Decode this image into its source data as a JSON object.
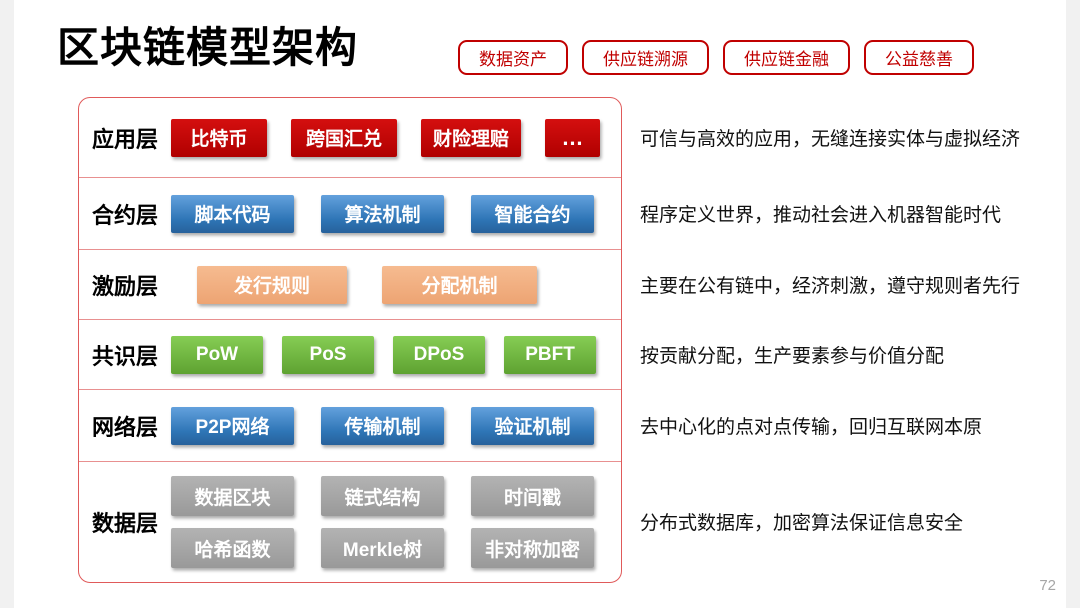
{
  "page": {
    "title": "区块链模型架构",
    "page_number": "72"
  },
  "top_tags": [
    {
      "label": "数据资产"
    },
    {
      "label": "供应链溯源"
    },
    {
      "label": "供应链金融"
    },
    {
      "label": "公益慈善"
    }
  ],
  "colors": {
    "app_red": "#c00000",
    "contract_blue": "#2e75b6",
    "incentive_orange": "#f4b183",
    "consensus_green": "#6cb33f",
    "data_gray": "#a6a6a6",
    "border_red": "#e05a5a"
  },
  "layers": [
    {
      "name": "应用层",
      "color": "red",
      "desc": "可信与高效的应用，无缝连接实体与虚拟经济",
      "items": [
        "比特币",
        "跨国汇兑",
        "财险理赔",
        "…"
      ]
    },
    {
      "name": "合约层",
      "color": "blue",
      "desc": "程序定义世界，推动社会进入机器智能时代",
      "items": [
        "脚本代码",
        "算法机制",
        "智能合约"
      ]
    },
    {
      "name": "激励层",
      "color": "orange",
      "desc": "主要在公有链中，经济刺激，遵守规则者先行",
      "items": [
        "发行规则",
        "分配机制"
      ]
    },
    {
      "name": "共识层",
      "color": "green",
      "desc": "按贡献分配，生产要素参与价值分配",
      "items": [
        "PoW",
        "PoS",
        "DPoS",
        "PBFT"
      ]
    },
    {
      "name": "网络层",
      "color": "blue",
      "desc": "去中心化的点对点传输，回归互联网本原",
      "items": [
        "P2P网络",
        "传输机制",
        "验证机制"
      ]
    },
    {
      "name": "数据层",
      "color": "gray",
      "desc": "分布式数据库，加密算法保证信息安全",
      "items": [
        "数据区块",
        "链式结构",
        "时间戳",
        "哈希函数",
        "Merkle树",
        "非对称加密"
      ]
    }
  ]
}
